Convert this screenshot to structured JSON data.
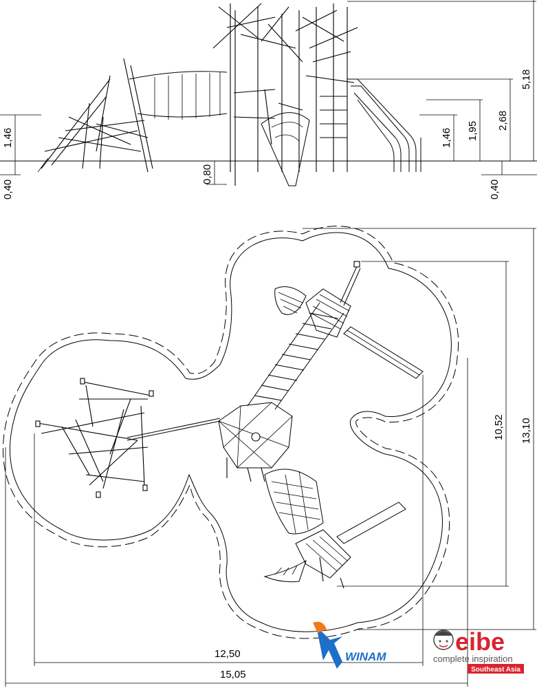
{
  "elevation_dimensions": {
    "left_height": "1,46",
    "left_foundation": "0,40",
    "center_foundation": "0,80",
    "right_platform_low": "1,46",
    "right_platform_mid": "1,95",
    "right_platform_high": "2,68",
    "total_height": "5,18",
    "right_foundation": "0,40"
  },
  "plan_dimensions": {
    "inner_width": "12,50",
    "total_width": "15,05",
    "inner_depth": "10,52",
    "total_depth": "13,10"
  },
  "logos": {
    "winam": {
      "text": "WINAM",
      "colors": {
        "primary": "#1e6fc9",
        "accent": "#f07a1a"
      }
    },
    "eibe": {
      "name": "eibe",
      "tagline": "complete inspiration",
      "region": "Southeast Asia",
      "colors": {
        "brand": "#d9232e",
        "text": "#555555"
      }
    }
  }
}
